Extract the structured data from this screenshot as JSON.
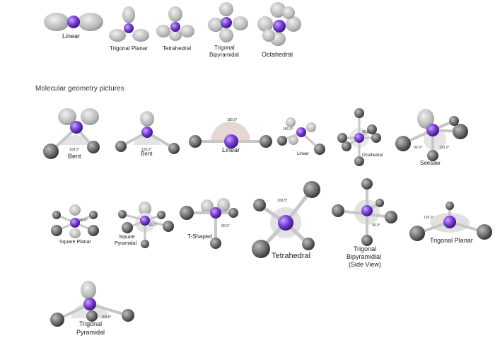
{
  "heading": "Molecular geometry pictures",
  "top_row": {
    "linear": "Linear",
    "trigonal_planar": "Trigonal Planar",
    "tetrahedral": "Tetrahedral",
    "trigonal_bipyramidal_1": "Trigonal",
    "trigonal_bipyramidal_2": "Bipyramidal",
    "octahedral": "Octahedral"
  },
  "row2": {
    "bent_1": {
      "label": "Bent",
      "angle": "109.5°"
    },
    "bent_2": {
      "label": "Bent",
      "angle": "120.0°"
    },
    "linear": {
      "label": "Linear",
      "angle": "180.0°"
    },
    "linear_small": {
      "label": "Linear",
      "angle": "180.0°"
    },
    "octahedral": {
      "label": "Octahedral",
      "angle": "90.0°"
    },
    "seesaw": {
      "label": "Seesaw",
      "angle_a": "90.0°",
      "angle_b": "120.0°"
    }
  },
  "row3": {
    "square_planar": {
      "label": "Square Planar",
      "angle": "90.0°"
    },
    "square_pyramidal": {
      "label_1": "Square",
      "label_2": "Pyramidal",
      "angle": "90.0°"
    },
    "t_shaped": {
      "label": "T-Shaped",
      "angle": "90.0°"
    },
    "tetrahedral": {
      "label": "Tetrahedral",
      "angle": "109.5°"
    },
    "tbp_side": {
      "label_1": "Trigonal",
      "label_2": "Bipyramidial",
      "label_3": "(Side View)",
      "angle": "90.0°"
    },
    "trigonal_planar": {
      "label": "Trigonal Planar",
      "angle": "120.0°"
    }
  },
  "row4": {
    "trigonal_pyramidal": {
      "label_1": "Trigonal",
      "label_2": "Pyramidal",
      "angle": "109.5°"
    }
  },
  "colors": {
    "central_atom": "#7b3fd9",
    "lone_pair": "#bdbdbd",
    "ligand": "#6f6f6f",
    "bond": "#c7c7c7"
  }
}
